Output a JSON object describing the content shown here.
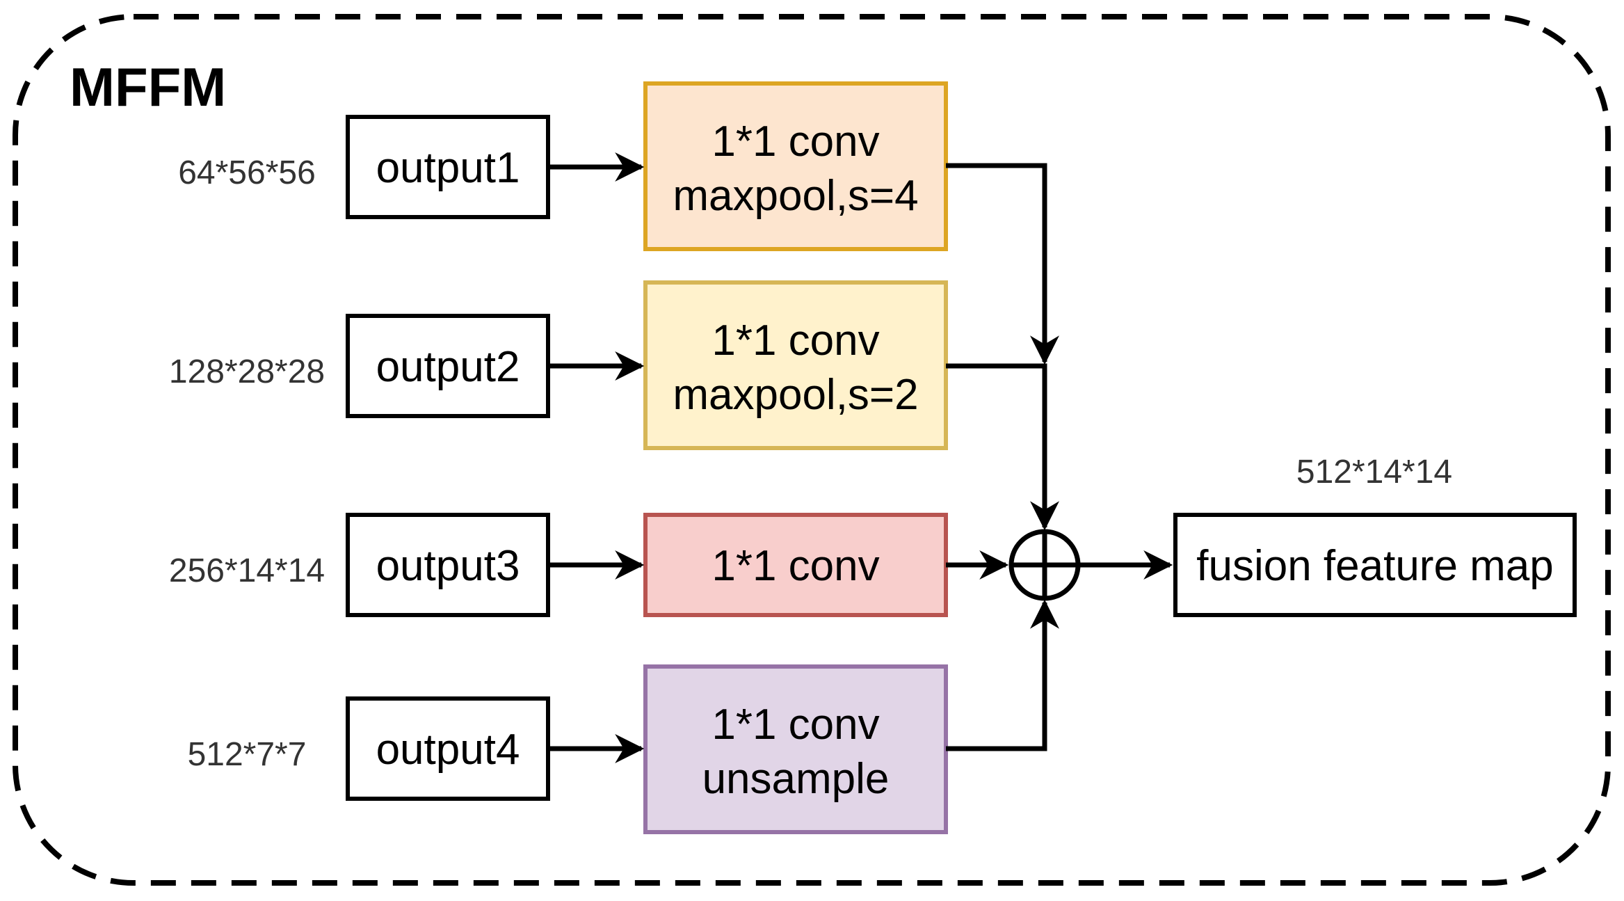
{
  "module": {
    "title": "MFFM"
  },
  "inputs": [
    {
      "label": "output1",
      "dims": "64*56*56"
    },
    {
      "label": "output2",
      "dims": "128*28*28"
    },
    {
      "label": "output3",
      "dims": "256*14*14"
    },
    {
      "label": "output4",
      "dims": "512*7*7"
    }
  ],
  "ops": [
    {
      "line1": "1*1 conv",
      "line2": "maxpool,s=4",
      "fill": "#fde5cf",
      "stroke": "#dda523"
    },
    {
      "line1": "1*1 conv",
      "line2": "maxpool,s=2",
      "fill": "#fff2cc",
      "stroke": "#d6b656"
    },
    {
      "line1": "1*1 conv",
      "line2": "",
      "fill": "#f8cecc",
      "stroke": "#b85450"
    },
    {
      "line1": "1*1 conv",
      "line2": "unsample",
      "fill": "#e1d5e7",
      "stroke": "#9673a6"
    }
  ],
  "output": {
    "label": "fusion feature map",
    "dims": "512*14*14"
  }
}
